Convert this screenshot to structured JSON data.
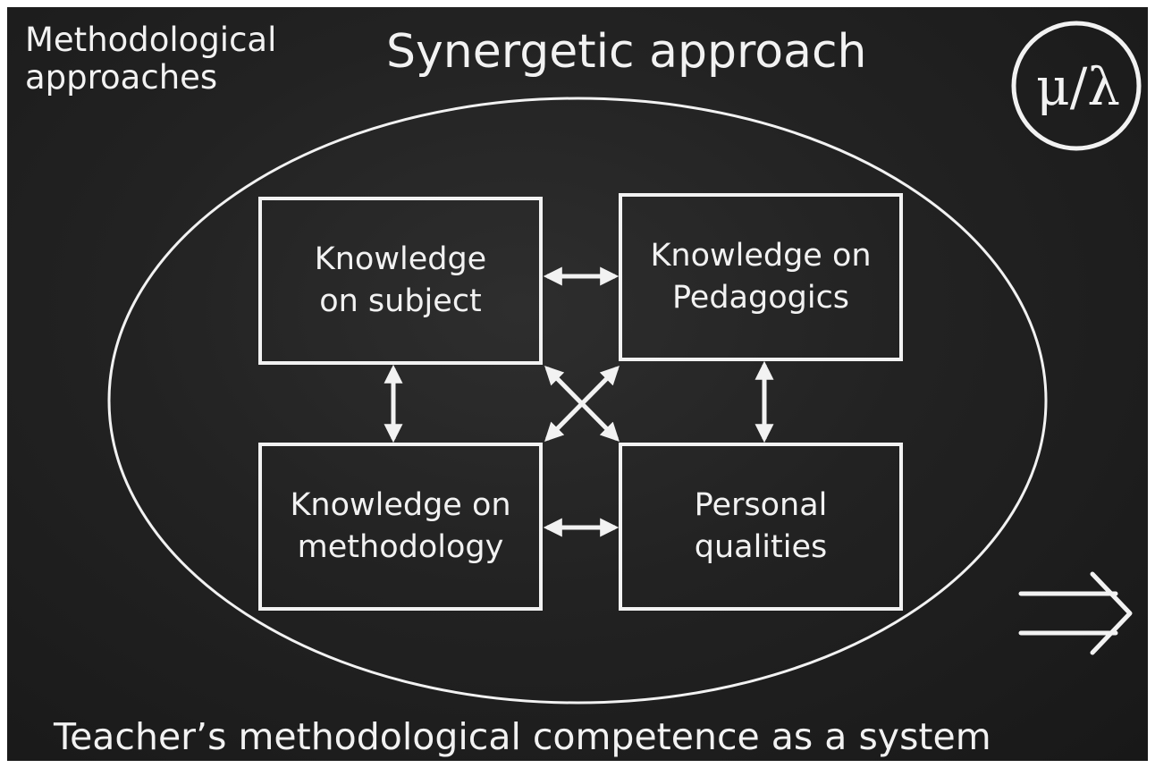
{
  "corner_label": "Methodological approaches",
  "title": "Synergetic approach",
  "logo": "μ/λ",
  "boxes": {
    "subject": "Knowledge\non subject",
    "pedagogics": "Knowledge on\nPedagogics",
    "methodology": "Knowledge on\nmethodology",
    "personal": "Personal\nqualities"
  },
  "footer": "Teacher’s methodological competence as a system",
  "next_icon": "double-arrow-right-icon",
  "colors": {
    "board": "#222222",
    "chalk": "#f2f2f2"
  }
}
